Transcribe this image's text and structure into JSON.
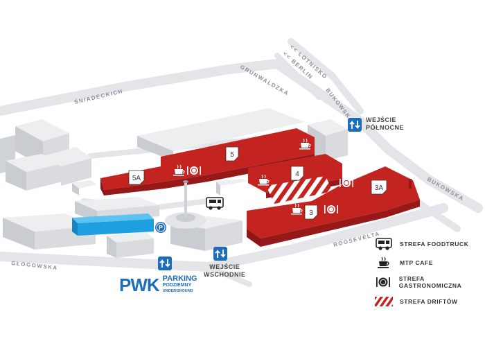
{
  "streets": {
    "sniadeckich": "ŚNIADECKICH",
    "grunwaldzka": "GRUNWALDZKA",
    "lotnisko": "<< LOTNISKO",
    "berlin": "<< BERLIN",
    "bukowska_north": "BUKOWSKA",
    "bukowska_east": "BUKOWSKA",
    "roosevelta": "ROOSEVELTA",
    "glogowska": "GŁOGOWSKA"
  },
  "halls": {
    "h5": "5",
    "h5a": "5A",
    "h4": "4",
    "h3": "3",
    "h3a": "3A"
  },
  "entrances": {
    "north": {
      "line1": "WEJŚCIE",
      "line2": "PÓŁNOCNE"
    },
    "east": {
      "line1": "WEJŚCIE",
      "line2": "WSCHODNIE"
    }
  },
  "parking": {
    "logo": "PWK",
    "line1": "PARKING",
    "line2": "PODZIEMNY",
    "line3": "UNDERGROUND"
  },
  "legend": {
    "foodtruck": "STREFA FOODTRUCK",
    "cafe": "MTP CAFE",
    "gastro": "STREFA GASTRONOMICZNA",
    "drift": "STREFA DRIFTÓW"
  },
  "colors": {
    "hall_red": "#b5201f",
    "hall_red_dark": "#8e1515",
    "parking_blue": "#1e9fe0",
    "building_grey": "#d7d9dc",
    "road_grey": "#e6e8ea",
    "brand_blue": "#1e6db8"
  }
}
